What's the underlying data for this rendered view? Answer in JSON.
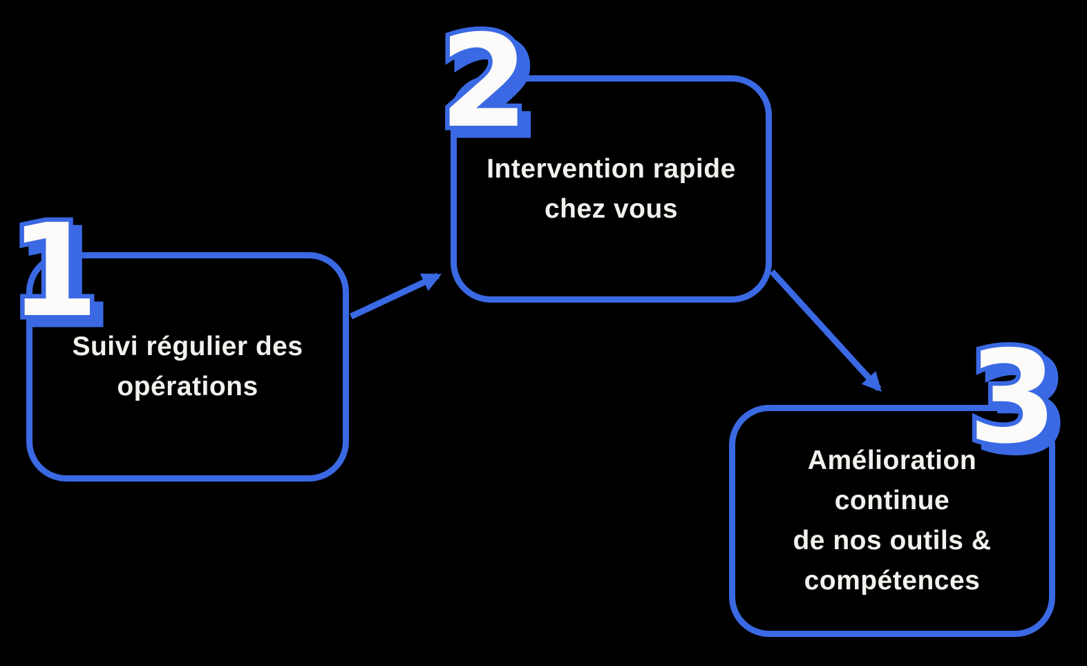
{
  "colors": {
    "background": "#000000",
    "accent": "#3A69E3",
    "label_text": "#F2F1ED",
    "digit_fill": "#FCFBF9"
  },
  "steps": [
    {
      "number": "1",
      "lines": [
        "Suivi régulier des",
        "opérations"
      ]
    },
    {
      "number": "2",
      "lines": [
        "Intervention rapide",
        "chez vous"
      ]
    },
    {
      "number": "3",
      "lines": [
        "Amélioration",
        "continue",
        "de nos outils &",
        "compétences"
      ]
    }
  ]
}
